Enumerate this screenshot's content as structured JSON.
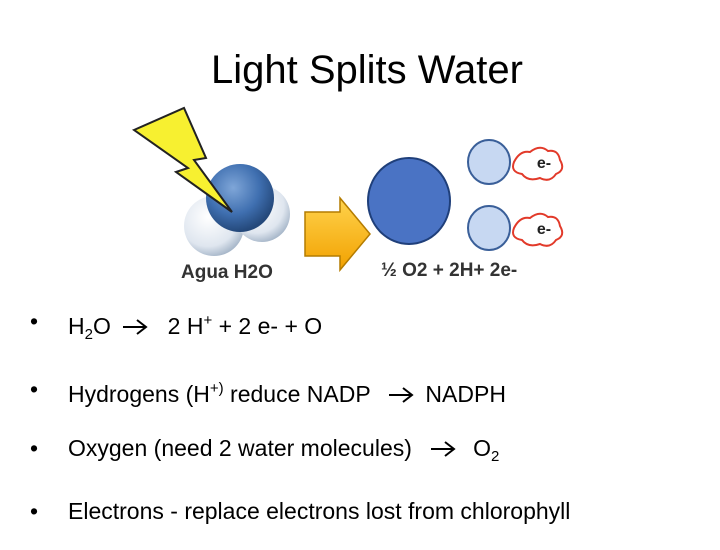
{
  "slide": {
    "title": "Light Splits Water",
    "figure": {
      "water_label": "Agua H2O",
      "products_label": "½ O2 + 2H+ 2e-",
      "electron_label_1": "e-",
      "electron_label_2": "e-"
    },
    "bullets": [
      {
        "parts": [
          "H",
          "2",
          "O",
          "2 H",
          "+",
          " + 2 e- + O"
        ]
      },
      {
        "parts": [
          "Hydrogens (H",
          "+)",
          " reduce NADP ",
          "NADPH"
        ]
      },
      {
        "parts": [
          "Oxygen (need 2 water molecules) ",
          "O",
          "2"
        ]
      },
      {
        "parts": [
          "Electrons - replace electrons lost from chlorophyll"
        ]
      }
    ]
  }
}
